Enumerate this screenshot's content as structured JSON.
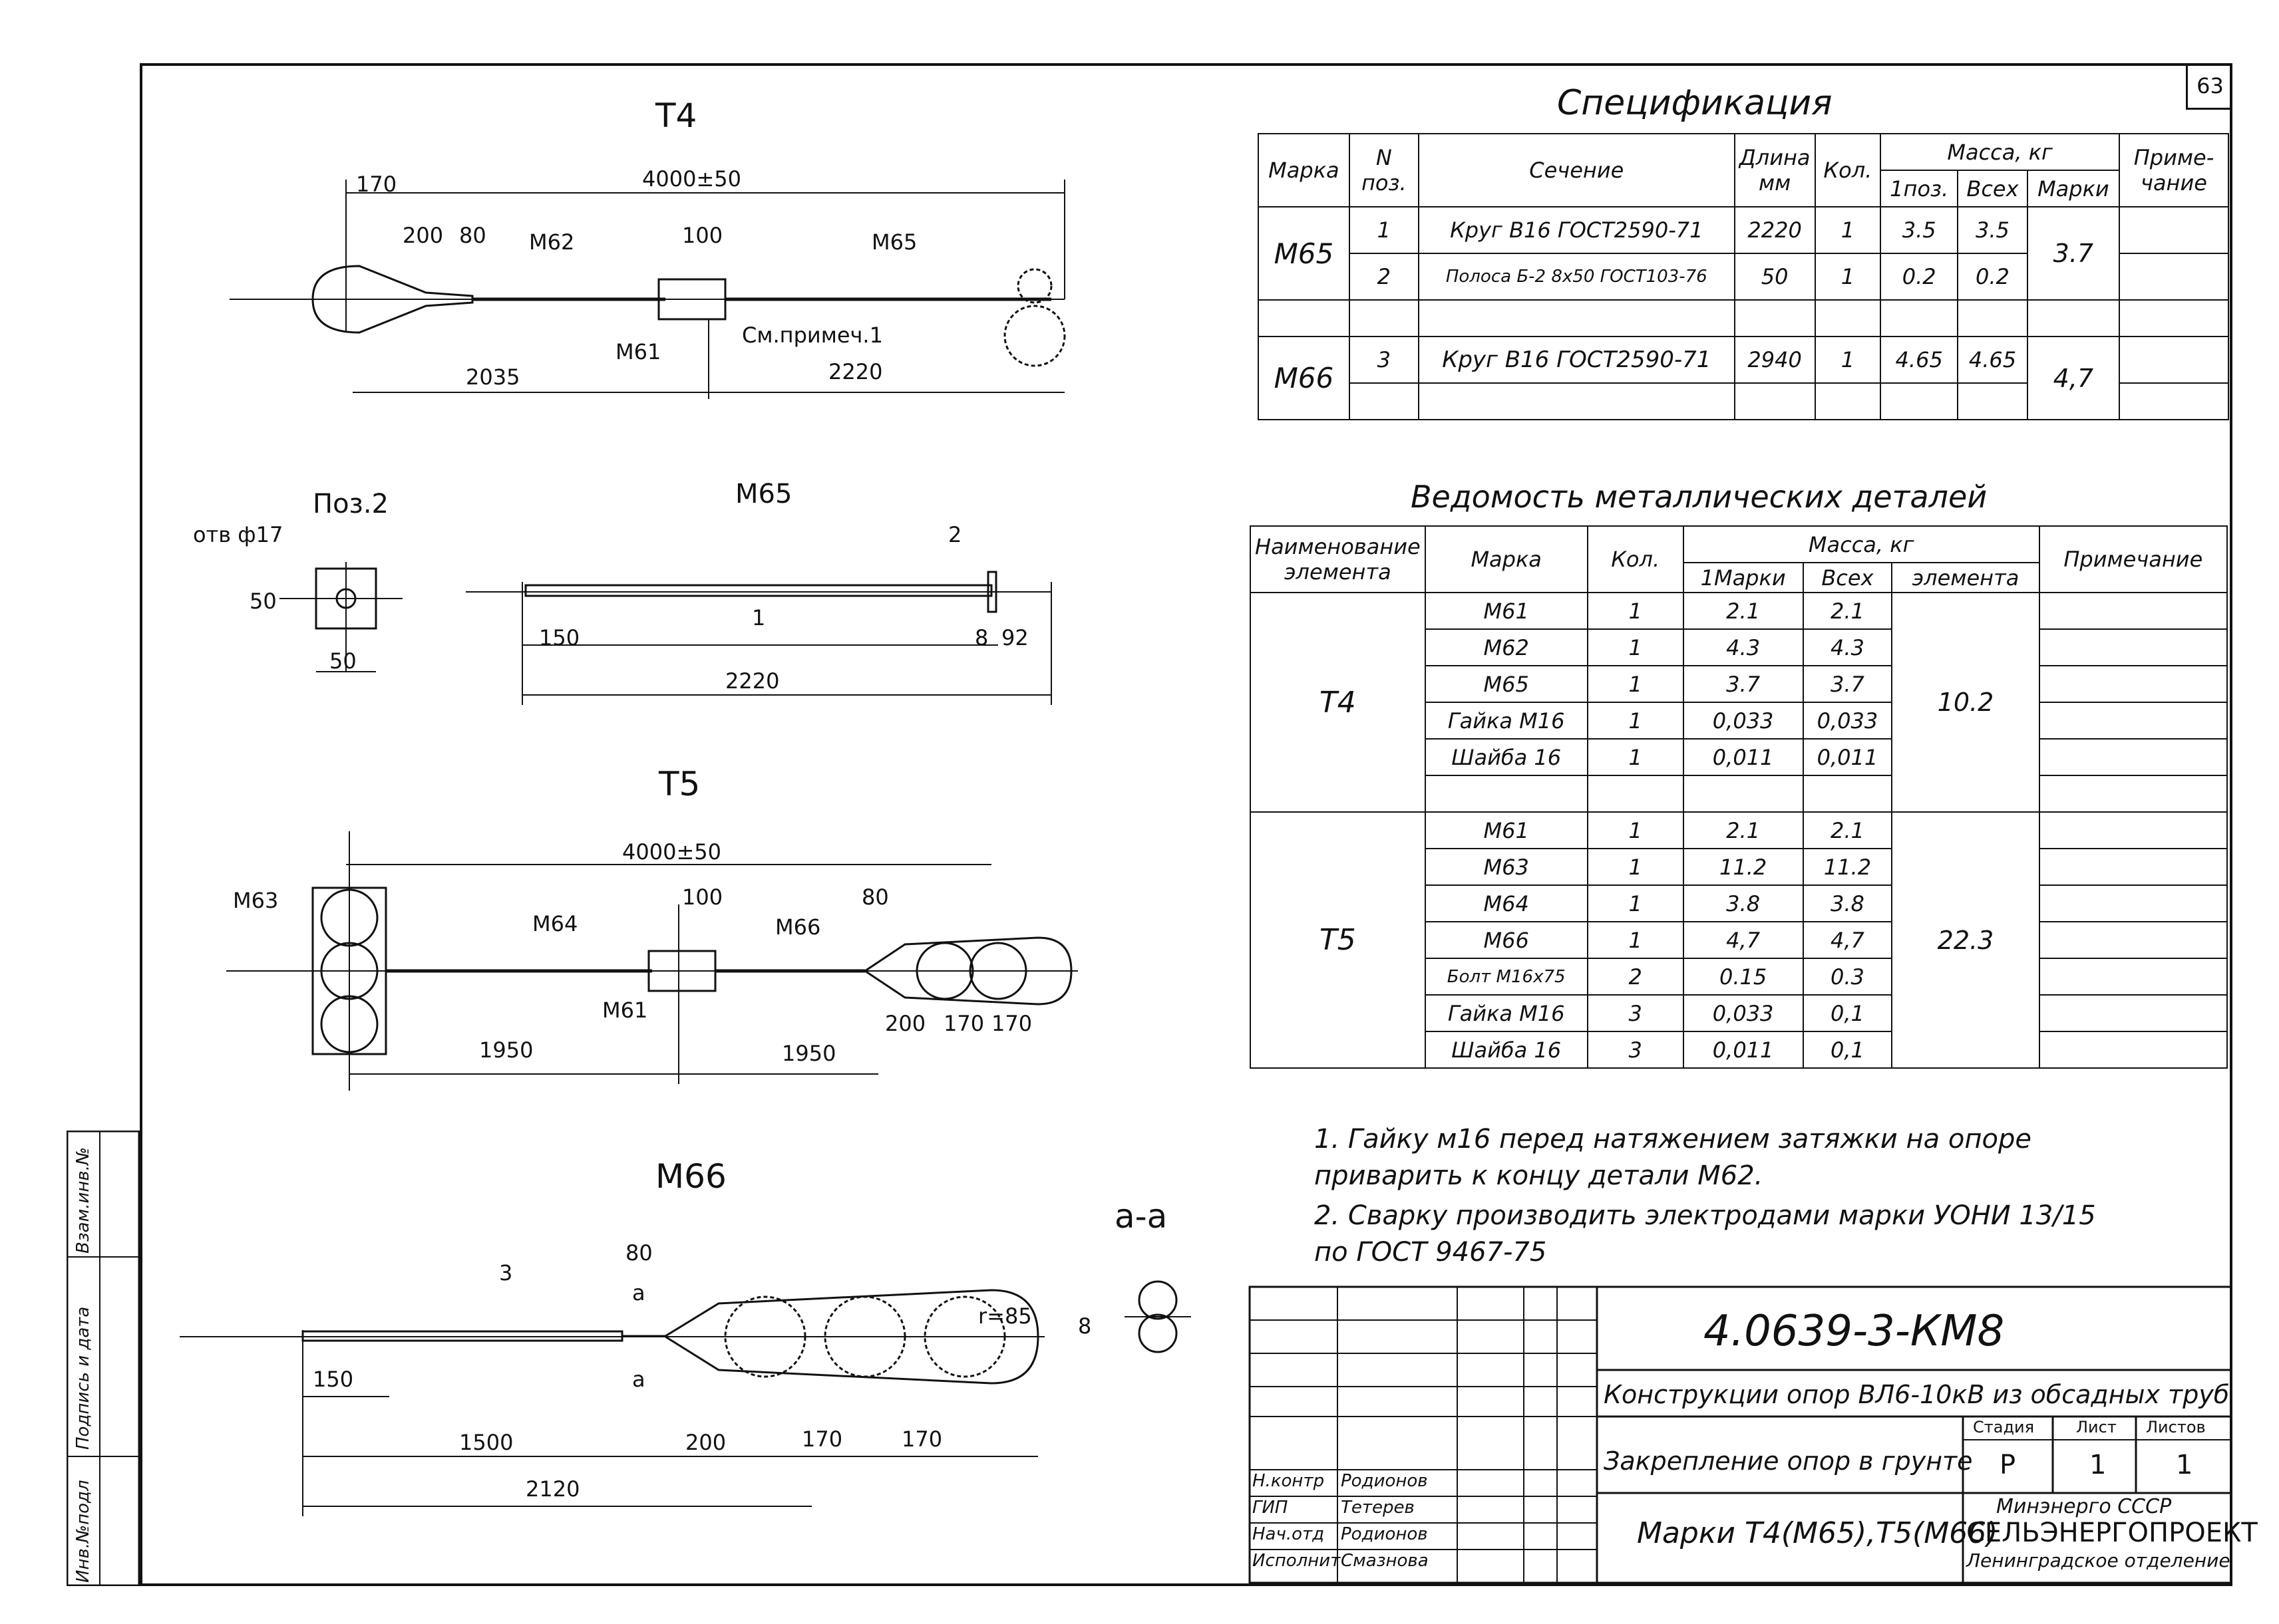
{
  "sheet_number": "63",
  "drawings": {
    "t4": {
      "title": "Т4",
      "dims": {
        "overall": "4000±50",
        "d170": "170",
        "d200": "200",
        "d80": "80",
        "d100": "100",
        "left": "2035",
        "right": "2220"
      },
      "labels": {
        "m62": "М62",
        "m65": "М65",
        "m61": "М61",
        "note": "См.примеч.1"
      }
    },
    "pos2": {
      "title": "Поз.2",
      "hole": "отв ф17",
      "dims": {
        "h": "50",
        "w": "50"
      }
    },
    "m65": {
      "title": "М65",
      "labels": {
        "pos1": "1",
        "pos2": "2"
      },
      "dims": {
        "d150": "150",
        "d8": "8",
        "d92": "92",
        "total": "2220"
      }
    },
    "t5": {
      "title": "Т5",
      "dims": {
        "overall": "4000±50",
        "d100": "100",
        "d80": "80",
        "left": "1950",
        "right": "1950",
        "d200": "200",
        "d170a": "170",
        "d170b": "170"
      },
      "labels": {
        "m63": "М63",
        "m64": "М64",
        "m66": "М66",
        "m61": "М61"
      }
    },
    "m66": {
      "title": "М66",
      "labels": {
        "pos3": "3",
        "section_mark": "а",
        "radius": "r=85"
      },
      "dims": {
        "d80": "80",
        "d150": "150",
        "d1500": "1500",
        "d200": "200",
        "d170a": "170",
        "d170b": "170",
        "total": "2120"
      }
    },
    "section_aa": {
      "title": "а-а",
      "dim": "8"
    }
  },
  "spec_table": {
    "title": "Спецификация",
    "headers": {
      "marka": "Марка",
      "npos": "N поз.",
      "section": "Сечение",
      "length": "Длина мм",
      "qty": "Кол.",
      "mass": "Масса, кг",
      "mass_pos": "1поз.",
      "mass_all": "Всех",
      "mass_mark": "Марки",
      "note": "Приме- чание"
    },
    "rows": [
      {
        "marka": "М65",
        "pos": "1",
        "section": "Круг В16 ГОСТ2590-71",
        "length": "2220",
        "qty": "1",
        "m1": "3.5",
        "mall": "3.5",
        "mmark": "3.7"
      },
      {
        "marka": "",
        "pos": "2",
        "section": "Полоса Б-2 8х50 ГОСТ103-76",
        "length": "50",
        "qty": "1",
        "m1": "0.2",
        "mall": "0.2",
        "mmark": ""
      },
      {
        "marka": "М66",
        "pos": "3",
        "section": "Круг В16 ГОСТ2590-71",
        "length": "2940",
        "qty": "1",
        "m1": "4.65",
        "mall": "4.65",
        "mmark": "4,7"
      }
    ]
  },
  "metal_table": {
    "title": "Ведомость металлических деталей",
    "headers": {
      "name": "Наименование элемента",
      "marka": "Марка",
      "qty": "Кол.",
      "mass": "Масса, кг",
      "m1": "1Марки",
      "mall": "Всех",
      "mel": "элемента",
      "note": "Примечание"
    },
    "groups": [
      {
        "element": "Т4",
        "total": "10.2",
        "rows": [
          {
            "marka": "М61",
            "qty": "1",
            "m1": "2.1",
            "mall": "2.1"
          },
          {
            "marka": "М62",
            "qty": "1",
            "m1": "4.3",
            "mall": "4.3"
          },
          {
            "marka": "М65",
            "qty": "1",
            "m1": "3.7",
            "mall": "3.7"
          },
          {
            "marka": "Гайка М16",
            "qty": "1",
            "m1": "0,033",
            "mall": "0,033"
          },
          {
            "marka": "Шайба 16",
            "qty": "1",
            "m1": "0,011",
            "mall": "0,011"
          }
        ]
      },
      {
        "element": "Т5",
        "total": "22.3",
        "rows": [
          {
            "marka": "М61",
            "qty": "1",
            "m1": "2.1",
            "mall": "2.1"
          },
          {
            "marka": "М63",
            "qty": "1",
            "m1": "11.2",
            "mall": "11.2"
          },
          {
            "marka": "М64",
            "qty": "1",
            "m1": "3.8",
            "mall": "3.8"
          },
          {
            "marka": "М66",
            "qty": "1",
            "m1": "4,7",
            "mall": "4,7"
          },
          {
            "marka": "Болт М16х75",
            "qty": "2",
            "m1": "0.15",
            "mall": "0.3"
          },
          {
            "marka": "Гайка М16",
            "qty": "3",
            "m1": "0,033",
            "mall": "0,1"
          },
          {
            "marka": "Шайба 16",
            "qty": "3",
            "m1": "0,011",
            "mall": "0,1"
          }
        ]
      }
    ]
  },
  "notes": [
    "1. Гайку м16 перед натяжением затяжки на опоре",
    "приварить к концу детали М62.",
    "2. Сварку производить электродами марки УОНИ 13/15",
    "по ГОСТ 9467-75"
  ],
  "title_block": {
    "doc_code": "4.0639-3-КМ8",
    "project": "Конструкции опор ВЛ6-10кВ из обсадных труб",
    "sheet_title": "Закрепление опор в грунте",
    "sheet_subtitle": "Марки Т4(М65),Т5(М66)",
    "stage_label": "Стадия",
    "sheet_label": "Лист",
    "sheets_label": "Листов",
    "stage": "Р",
    "sheet": "1",
    "sheets": "1",
    "org1": "Минэнерго СССР",
    "org2": "СЕЛЬЭНЕРГОПРОЕКТ",
    "org3": "Ленинградское отделение",
    "signers": [
      {
        "role": "Н.контр",
        "name": "Родионов"
      },
      {
        "role": "ГИП",
        "name": "Тетерев"
      },
      {
        "role": "Нач.отд",
        "name": "Родионов"
      },
      {
        "role": "Исполнит",
        "name": "Смазнова"
      }
    ]
  },
  "side_strip": {
    "inv_orig": "Инв.№подл",
    "sign_date": "Подпись и дата",
    "inv_repl": "Взам.инв.№"
  }
}
